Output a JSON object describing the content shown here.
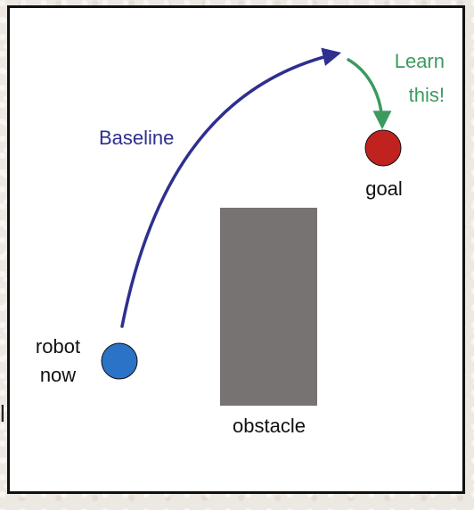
{
  "fragments": {
    "left_edge_char": "l"
  },
  "labels": {
    "baseline": "Baseline",
    "learn_line1": "Learn",
    "learn_line2": "this!",
    "goal": "goal",
    "robot_line1": "robot",
    "robot_line2": "now",
    "obstacle": "obstacle"
  },
  "colors": {
    "baseline_path": "#2e2f8f",
    "learn_path": "#3c9a5f",
    "goal": "#c0231f",
    "robot": "#2a73c7",
    "obstacle": "#767372",
    "frame": "#111111"
  }
}
